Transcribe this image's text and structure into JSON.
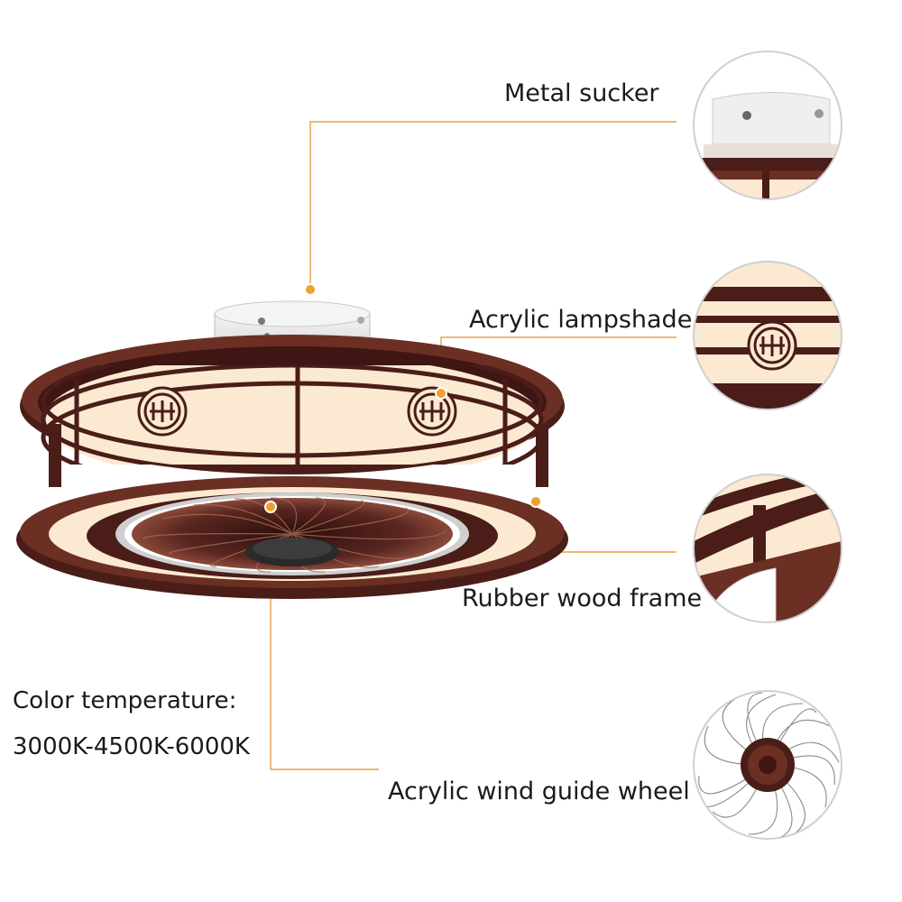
{
  "callouts": {
    "metal_sucker": "Metal sucker",
    "acrylic_lampshade": "Acrylic lampshade",
    "rubber_wood_frame": "Rubber wood frame",
    "acrylic_wind_guide_wheel": "Acrylic wind guide wheel"
  },
  "spec": {
    "title": "Color temperature:",
    "value": "3000K-4500K-6000K"
  },
  "colors": {
    "wood": "#4a1d18",
    "wood_light": "#6b2f24",
    "glow": "#fbe9d2",
    "callout_line": "#e8a04a",
    "marker": "#f0a030",
    "circle_border": "#cfcfcf",
    "mount_white": "#ececec"
  },
  "icons": {
    "fan": "ceiling-fan-product",
    "detail_1": "metal-sucker-closeup",
    "detail_2": "lampshade-closeup",
    "detail_3": "wood-frame-closeup",
    "detail_4": "wind-wheel-closeup"
  }
}
